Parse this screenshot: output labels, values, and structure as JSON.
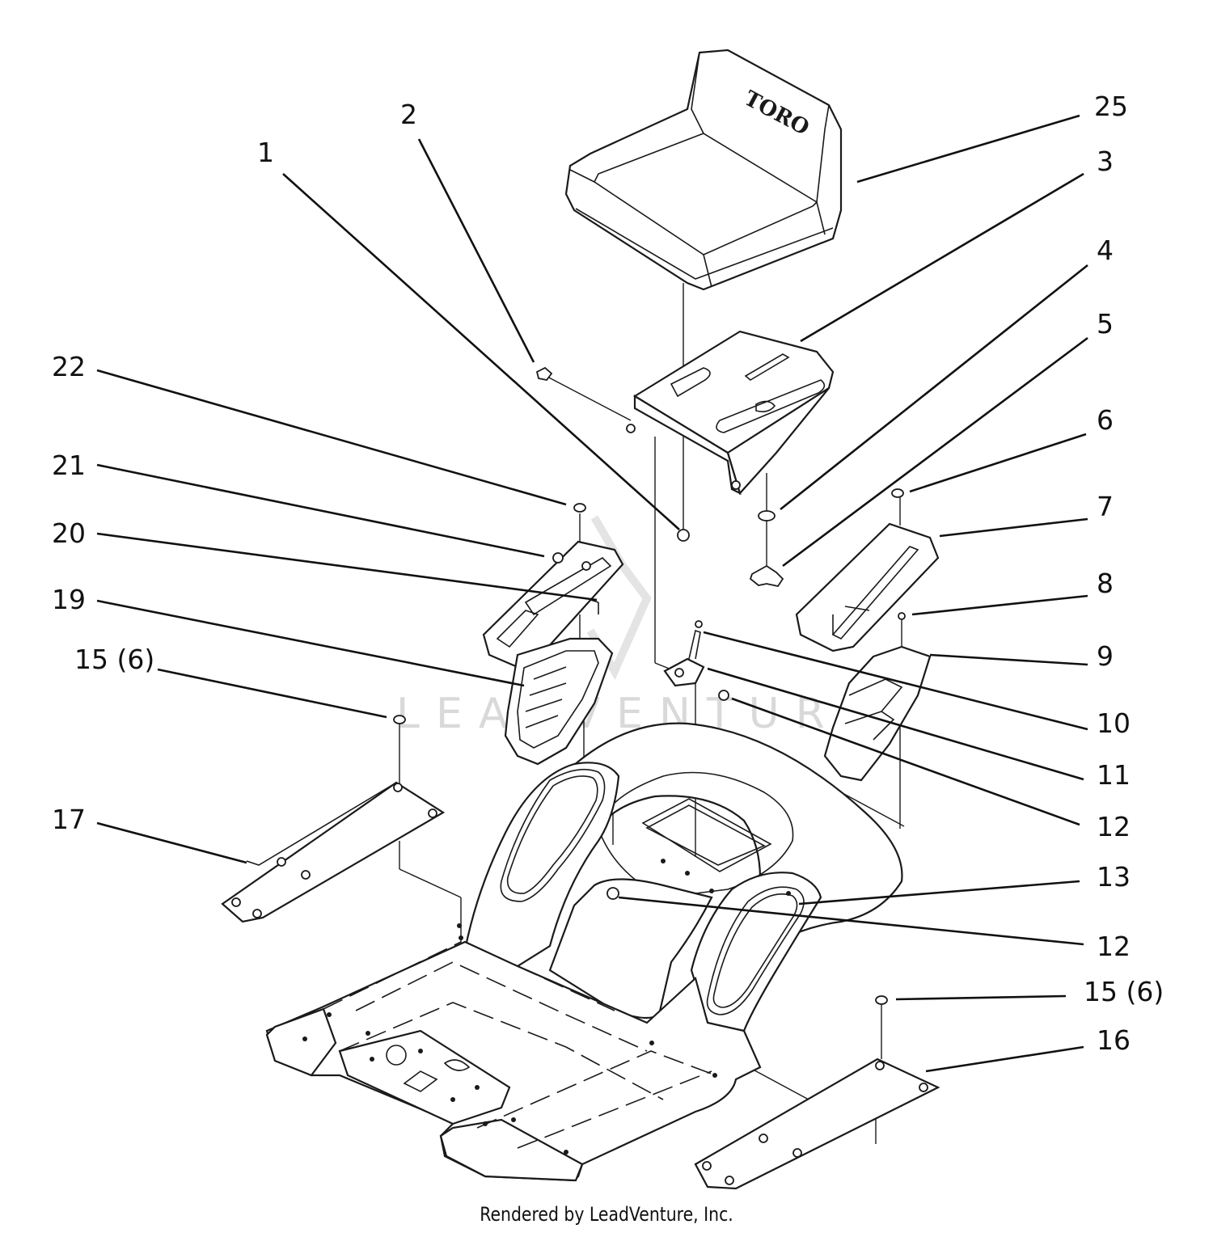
{
  "seat_logo": "TORO",
  "watermark": "LEADVENTURE",
  "credit": "Rendered by LeadVenture, Inc.",
  "callouts": {
    "c1": "1",
    "c2": "2",
    "c3": "3",
    "c4": "4",
    "c5": "5",
    "c6": "6",
    "c7": "7",
    "c8": "8",
    "c9": "9",
    "c10": "10",
    "c11": "11",
    "c12a": "12",
    "c12b": "12",
    "c13": "13",
    "c15a": "15 (6)",
    "c15b": "15 (6)",
    "c16": "16",
    "c17": "17",
    "c19": "19",
    "c20": "20",
    "c21": "21",
    "c22": "22",
    "c25": "25"
  }
}
